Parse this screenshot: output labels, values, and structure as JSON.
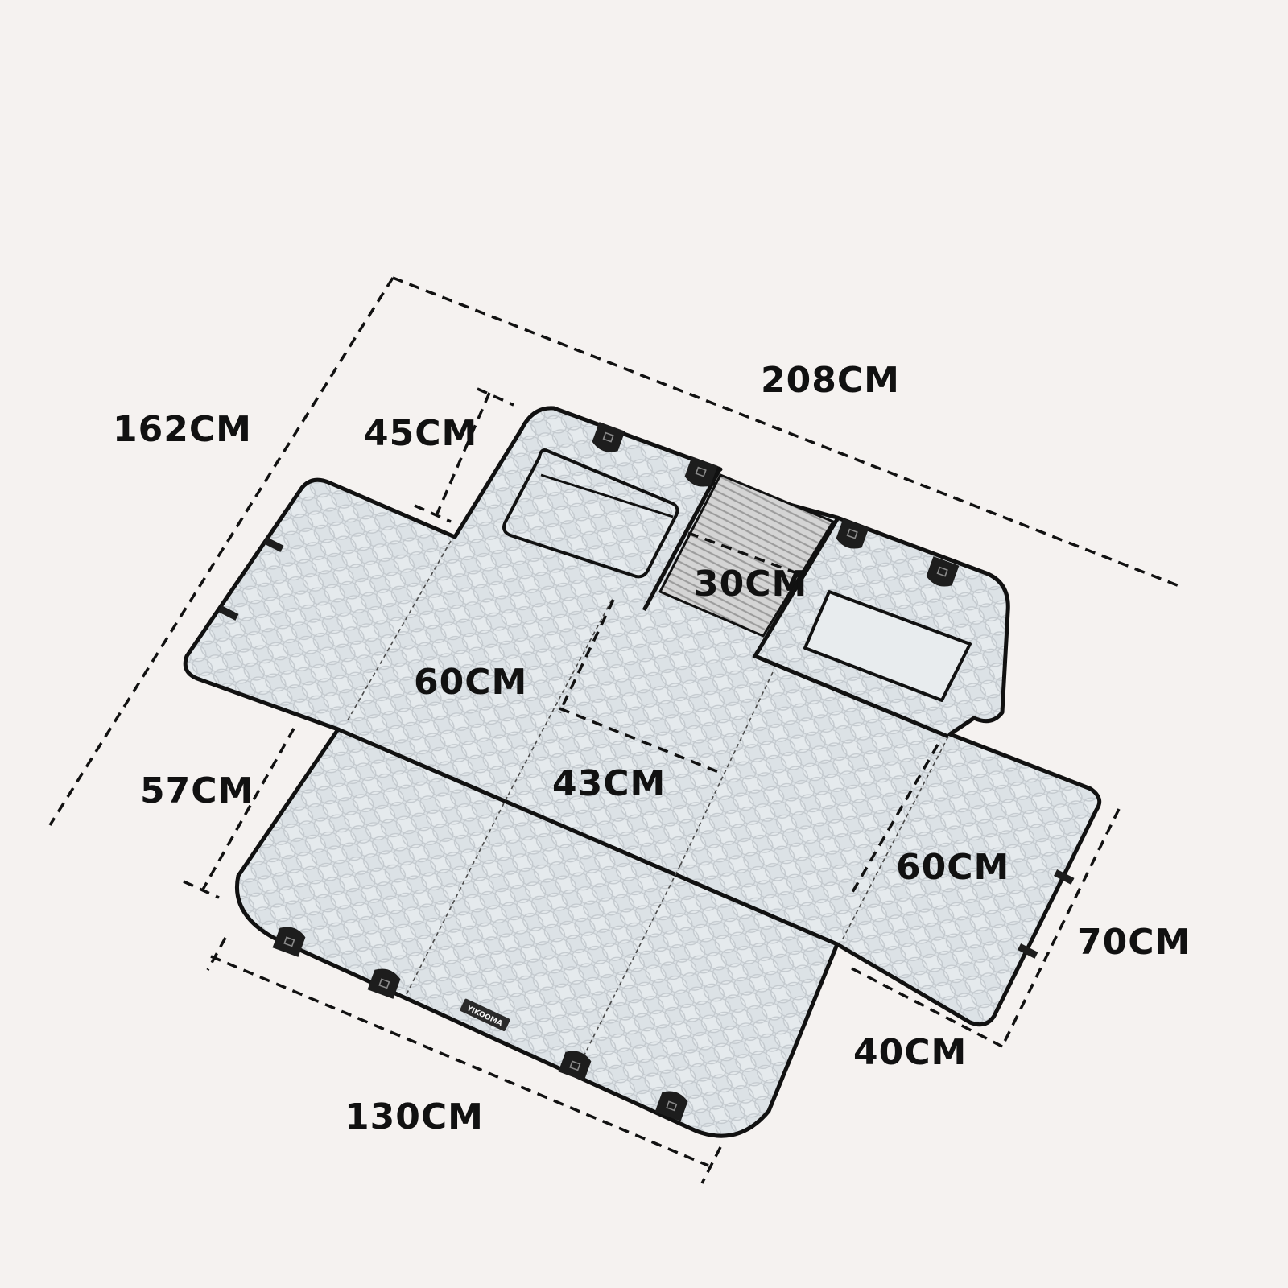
{
  "colors": {
    "background": "#f5f2f0",
    "mat_fill": "#d9dfe3",
    "mat_outline": "#111111",
    "dimension_line": "#111111",
    "dimension_text": "#111111",
    "anchor_tab": "#1d1d1d",
    "mesh_panel": "#b8b8b8"
  },
  "dimensions": {
    "overall_width": "208CM",
    "overall_height": "162CM",
    "top_flap": "45CM",
    "mesh_panel": "30CM",
    "seat_depth_left": "60CM",
    "center_gap": "43CM",
    "seat_depth_right": "60CM",
    "bottom_flap_height": "57CM",
    "bottom_width": "130CM",
    "side_flap_length": "40CM",
    "side_flap_height": "70CM"
  },
  "label": {
    "brand_tag": "YIKOOMA"
  }
}
